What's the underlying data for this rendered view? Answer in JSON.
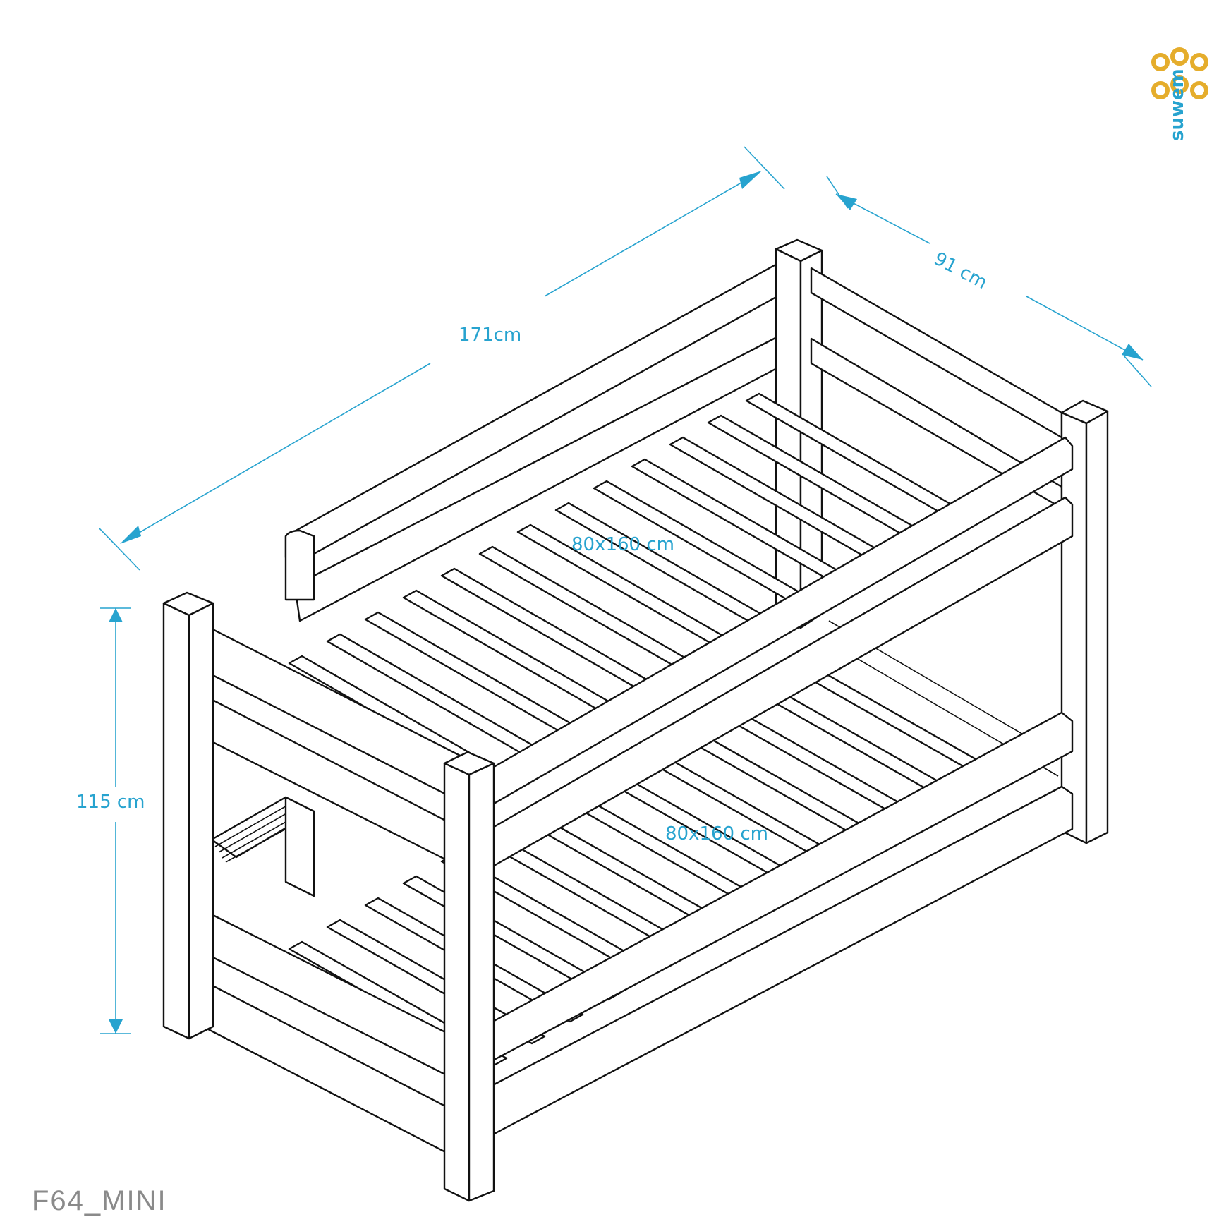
{
  "drawing": {
    "product_code": "F64_MINI",
    "brand": "suwem",
    "colors": {
      "dimension": "#27a3cf",
      "logo_circles": "#e5ad2c",
      "outline": "#111111",
      "code_text": "#8a8a8a"
    },
    "dimensions": {
      "length_label": "171cm",
      "width_label": "91 cm",
      "height_label": "115 cm",
      "upper_mattress_label": "80x160 cm",
      "lower_mattress_label": "80x160 cm"
    }
  }
}
